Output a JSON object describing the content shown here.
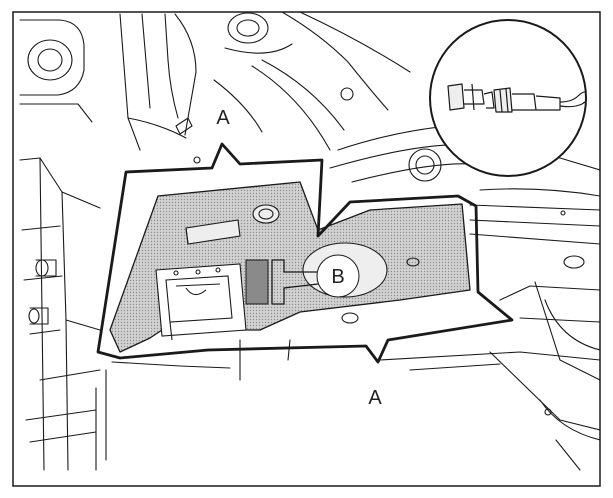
{
  "labels": {
    "a_top": "A",
    "b_callout": "B",
    "a_bottom": "A"
  },
  "colors": {
    "line": "#1a1a1a",
    "background": "#ffffff",
    "mat_fill": "#d2d2d2",
    "mat_dots": "#8f8f8f",
    "highlight": "#8a8a8a",
    "detail_fill": "#eeeeee"
  }
}
